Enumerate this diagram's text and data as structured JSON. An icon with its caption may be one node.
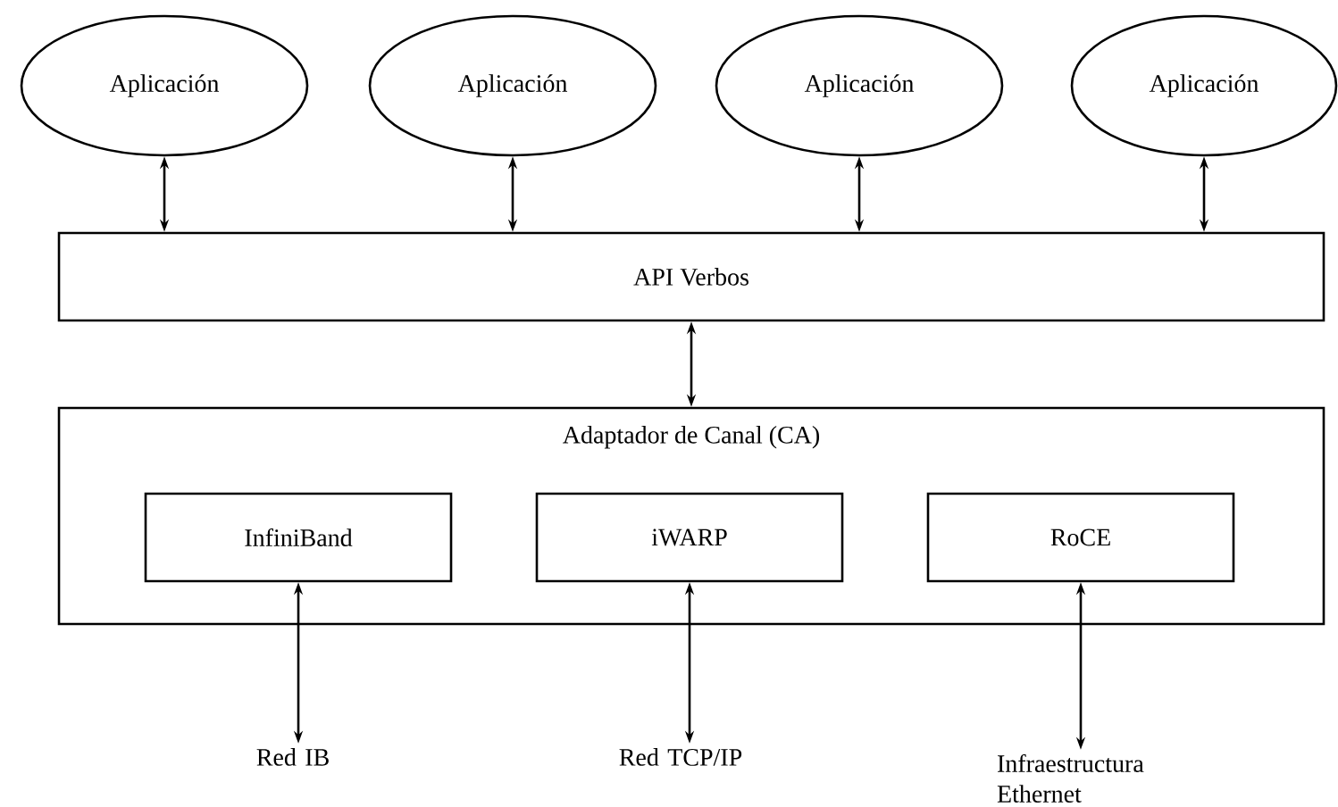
{
  "diagram": {
    "nodes": [
      {
        "text": [
          "Aplicación"
        ]
      },
      {
        "text": [
          "Aplicación"
        ]
      },
      {
        "text": [
          "Aplicación"
        ]
      },
      {
        "text": [
          "Aplicación"
        ]
      },
      {
        "text": [
          "API Verbos"
        ]
      },
      {
        "text": [
          "Adaptador de Canal (CA)"
        ]
      },
      {
        "text": [
          "InfiniBand"
        ],
        "in": 5
      },
      {
        "text": [
          "iWARP"
        ],
        "in": 5
      },
      {
        "text": [
          "RoCE"
        ],
        "in": 5
      },
      {
        "text": [
          "Red IB"
        ]
      },
      {
        "text": [
          "Red TCP/IP"
        ]
      },
      {
        "text": [
          "Infraestructura Ethernet"
        ]
      }
    ],
    "edges": [
      {
        "from": 0,
        "to": 4,
        "arrow": "both"
      },
      {
        "from": 1,
        "to": 4,
        "arrow": "both"
      },
      {
        "from": 2,
        "to": 4,
        "arrow": "both"
      },
      {
        "from": 3,
        "to": 4,
        "arrow": "both"
      },
      {
        "from": 4,
        "to": 5,
        "arrow": "both"
      },
      {
        "from": 6,
        "to": 9,
        "arrow": "both"
      },
      {
        "from": 7,
        "to": 10,
        "arrow": "both"
      },
      {
        "from": 8,
        "to": 11,
        "arrow": "both"
      }
    ]
  }
}
